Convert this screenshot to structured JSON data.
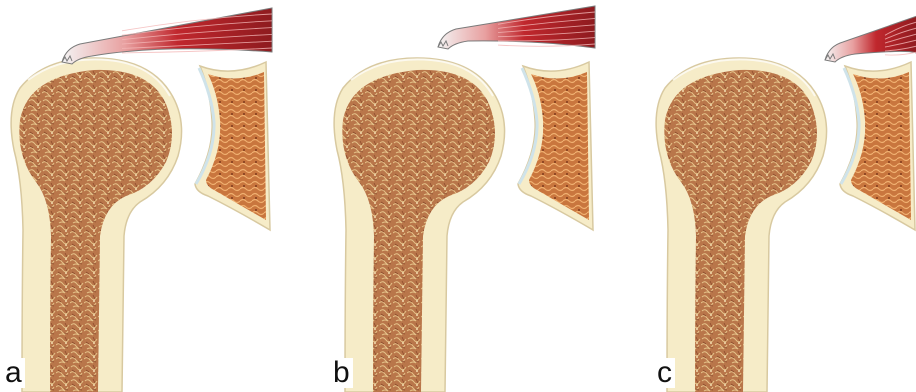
{
  "figure": {
    "panels": [
      {
        "label": "a",
        "tendon_state": "attached"
      },
      {
        "label": "b",
        "tendon_state": "retracted"
      },
      {
        "label": "c",
        "tendon_state": "retracted-further"
      }
    ],
    "colors": {
      "cortex": "#f6ecc8",
      "cortex_outline": "#d8c9a0",
      "cancellous_base": "#b9764a",
      "cancellous_speckle": "#e6c48a",
      "cancellous_dark": "#8c4a2c",
      "glenoid_base": "#c9763e",
      "glenoid_speckle": "#f0b070",
      "cartilage": "#cfe3ea",
      "muscle_red": "#c0272d",
      "muscle_dark": "#8e1b1f",
      "tendon": "#f4f4f4",
      "tendon_outline": "#7a7a7a"
    }
  }
}
